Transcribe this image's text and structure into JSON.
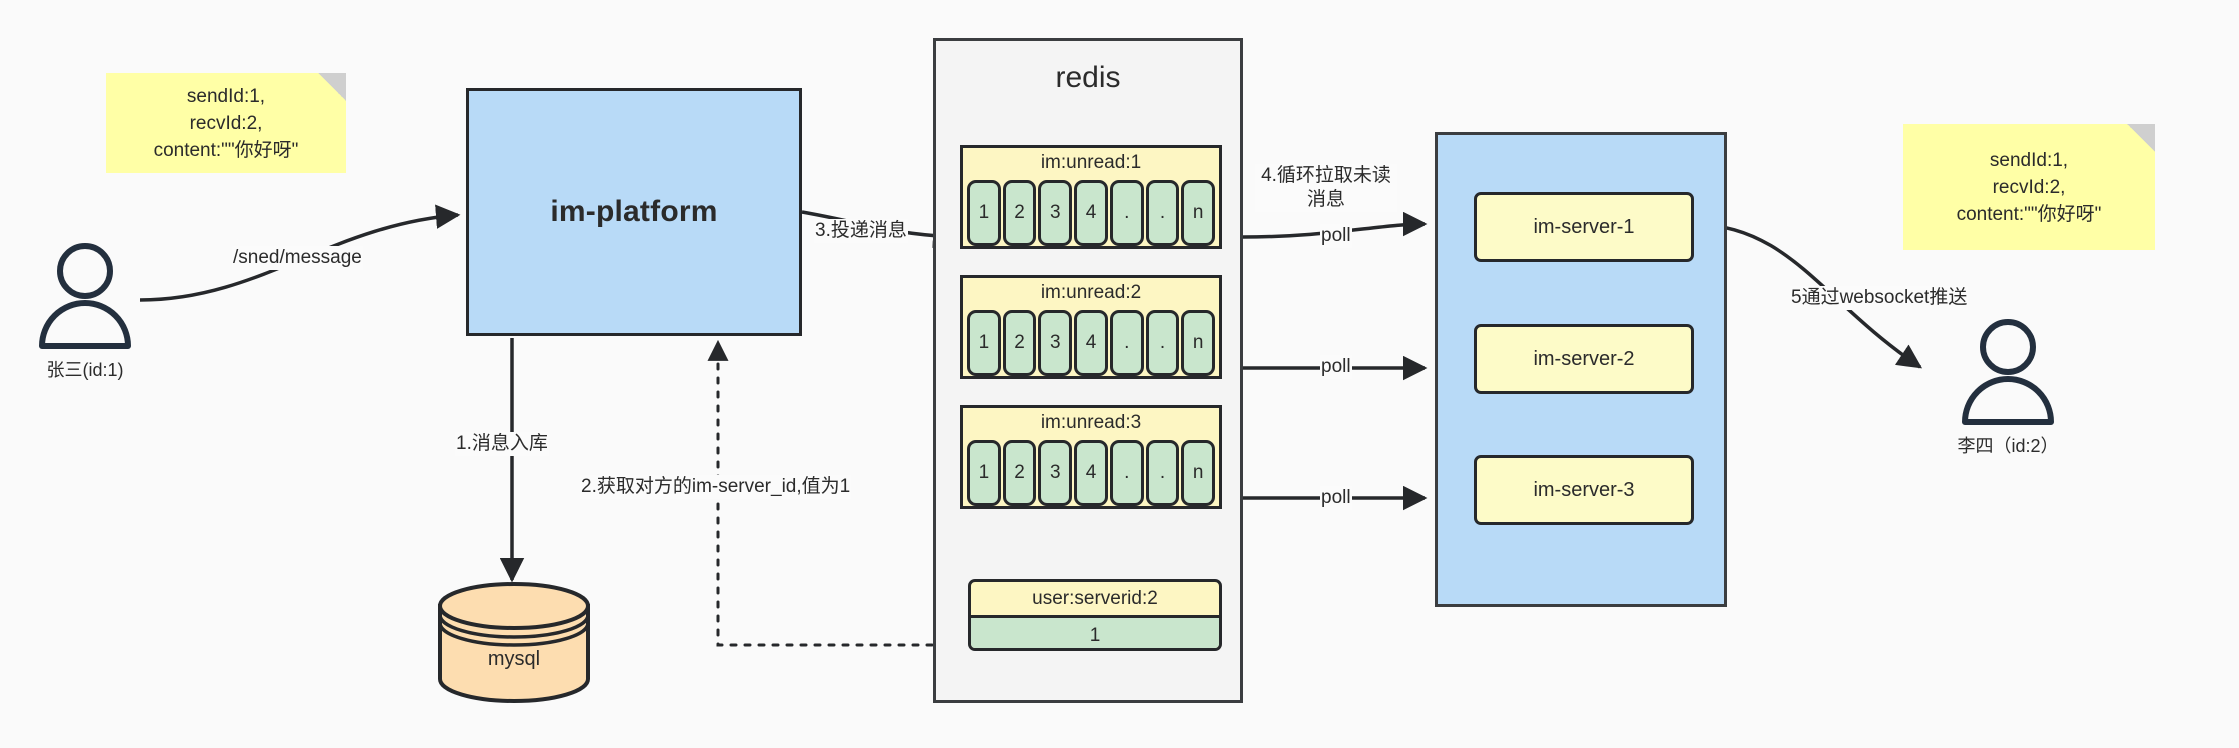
{
  "diagram": {
    "title": "IM message delivery architecture",
    "colors": {
      "note_yellow": "#ffffa6",
      "box_blue": "#b8daf7",
      "queue_yellow": "#fdf6c3",
      "cell_green": "#c9e6cd",
      "db_orange": "#fdddb0",
      "stroke": "#26282b",
      "canvas": "#fafafa"
    }
  },
  "actors": {
    "sender": {
      "label": "张三(id:1)",
      "icon": "person-icon"
    },
    "receiver": {
      "label": "李四（id:2）",
      "icon": "person-icon"
    }
  },
  "notes": {
    "left": {
      "lines": [
        "sendId:1,",
        "recvId:2,",
        "content:\"\"你好呀\""
      ]
    },
    "right": {
      "lines": [
        "sendId:1,",
        "recvId:2,",
        "content:\"\"你好呀\""
      ]
    }
  },
  "platform": {
    "label": "im-platform"
  },
  "database": {
    "label": "mysql",
    "icon": "database-cylinder-icon"
  },
  "redis": {
    "title": "redis",
    "queues": [
      {
        "key": "im:unread:1",
        "cells": [
          "1",
          "2",
          "3",
          "4",
          ".",
          ".",
          "n"
        ]
      },
      {
        "key": "im:unread:2",
        "cells": [
          "1",
          "2",
          "3",
          "4",
          ".",
          ".",
          "n"
        ]
      },
      {
        "key": "im:unread:3",
        "cells": [
          "1",
          "2",
          "3",
          "4",
          ".",
          ".",
          "n"
        ]
      }
    ],
    "kv": {
      "key": "user:serverid:2",
      "value": "1"
    }
  },
  "servers": {
    "items": [
      {
        "label": "im-server-1"
      },
      {
        "label": "im-server-2"
      },
      {
        "label": "im-server-3"
      }
    ]
  },
  "edges": {
    "send_message": "/sned/message",
    "step1": "1.消息入库",
    "step2": "2.获取对方的im-server_id,值为1",
    "step3": "3.投递消息",
    "step4": "4.循环拉取未读消息",
    "poll1": "poll",
    "poll2": "poll",
    "poll3": "poll",
    "step5": "5通过websocket推送"
  }
}
